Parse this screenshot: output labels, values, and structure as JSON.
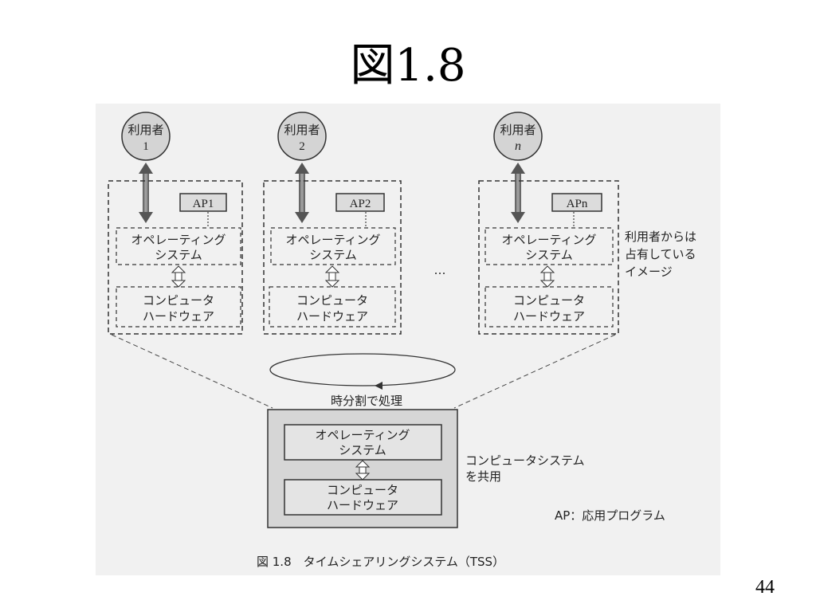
{
  "slide": {
    "title": "図1.8",
    "page_number": "44"
  },
  "users": [
    {
      "label": "利用者",
      "id": "1",
      "ap_label": "AP1"
    },
    {
      "label": "利用者",
      "id": "2",
      "ap_label": "AP2"
    },
    {
      "label": "利用者",
      "id": "n",
      "ap_label": "APn"
    }
  ],
  "os_label": {
    "line1": "オペレーティング",
    "line2": "システム"
  },
  "hw_label": {
    "line1": "コンピュータ",
    "line2": "ハードウェア"
  },
  "ellipsis": "…",
  "side_note": {
    "line1": "利用者からは",
    "line2": "占有している",
    "line3": "イメージ"
  },
  "time_sharing_label": "時分割で処理",
  "shared_note": {
    "line1": "コンピュータシステム",
    "line2": "を共用"
  },
  "ap_legend": "AP：応用プログラム",
  "caption": "図 1.8　タイムシェアリングシステム（TSS）"
}
